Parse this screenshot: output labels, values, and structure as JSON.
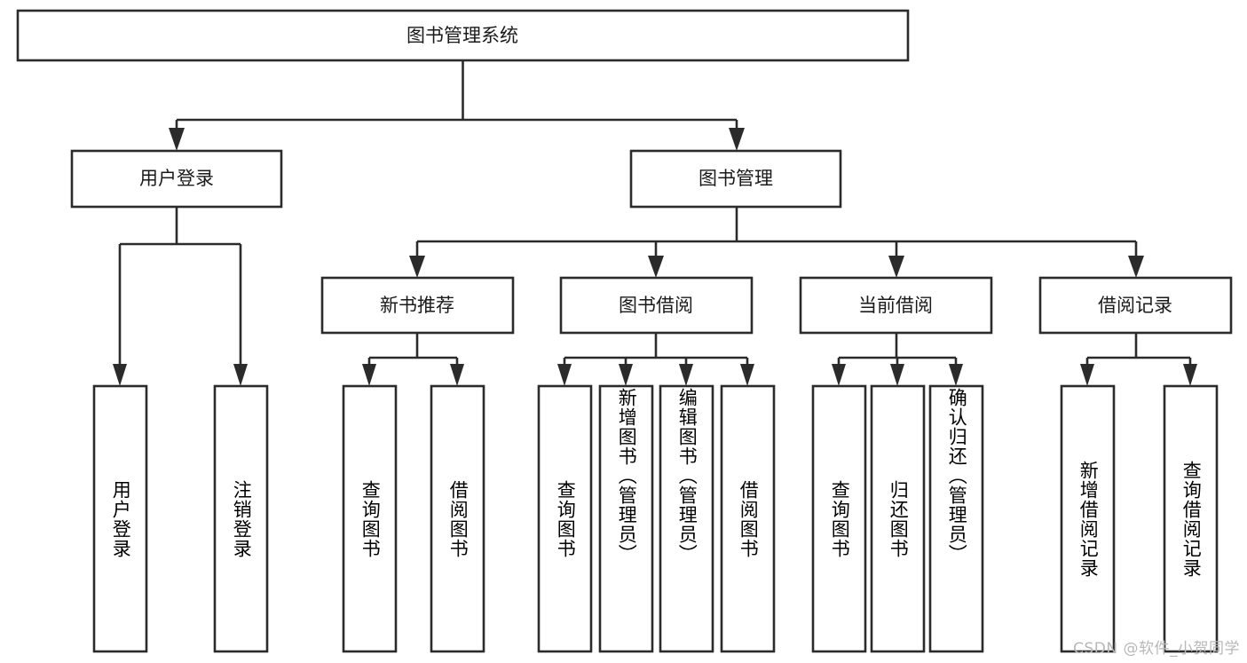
{
  "diagram": {
    "type": "tree-hierarchy",
    "title": "图书管理系统",
    "watermark": "CSDN @软件_小贺同学",
    "colors": {
      "box_stroke": "#2b2b2b",
      "box_fill": "#ffffff",
      "text": "#1a1a1a",
      "background": "#ffffff",
      "watermark": "#b8b8b8"
    },
    "root": {
      "id": "root",
      "label": "图书管理系统",
      "orientation": "horizontal"
    },
    "level2": [
      {
        "id": "user-login",
        "label": "用户登录",
        "orientation": "horizontal"
      },
      {
        "id": "book-manage",
        "label": "图书管理",
        "orientation": "horizontal"
      }
    ],
    "level3": [
      {
        "id": "new-book-recommend",
        "label": "新书推荐",
        "parent": "book-manage",
        "orientation": "horizontal"
      },
      {
        "id": "book-borrow",
        "label": "图书借阅",
        "parent": "book-manage",
        "orientation": "horizontal"
      },
      {
        "id": "current-borrow",
        "label": "当前借阅",
        "parent": "book-manage",
        "orientation": "horizontal"
      },
      {
        "id": "borrow-record",
        "label": "借阅记录",
        "parent": "book-manage",
        "orientation": "horizontal"
      }
    ],
    "leaves": [
      {
        "id": "leaf-user-login",
        "label": "用户登录",
        "parent": "user-login",
        "orientation": "vertical"
      },
      {
        "id": "leaf-logout",
        "label": "注销登录",
        "parent": "user-login",
        "orientation": "vertical"
      },
      {
        "id": "leaf-query-book-1",
        "label": "查询图书",
        "parent": "new-book-recommend",
        "orientation": "vertical"
      },
      {
        "id": "leaf-borrow-book-1",
        "label": "借阅图书",
        "parent": "new-book-recommend",
        "orientation": "vertical"
      },
      {
        "id": "leaf-query-book-2",
        "label": "查询图书",
        "parent": "book-borrow",
        "orientation": "vertical"
      },
      {
        "id": "leaf-add-book",
        "label": "新增图书（管理员）",
        "parent": "book-borrow",
        "orientation": "vertical"
      },
      {
        "id": "leaf-edit-book",
        "label": "编辑图书（管理员）",
        "parent": "book-borrow",
        "orientation": "vertical"
      },
      {
        "id": "leaf-borrow-book-2",
        "label": "借阅图书",
        "parent": "book-borrow",
        "orientation": "vertical"
      },
      {
        "id": "leaf-query-book-3",
        "label": "查询图书",
        "parent": "current-borrow",
        "orientation": "vertical"
      },
      {
        "id": "leaf-return-book",
        "label": "归还图书",
        "parent": "current-borrow",
        "orientation": "vertical"
      },
      {
        "id": "leaf-confirm-return",
        "label": "确认归还（管理员）",
        "parent": "current-borrow",
        "orientation": "vertical"
      },
      {
        "id": "leaf-add-record",
        "label": "新增借阅记录",
        "parent": "borrow-record",
        "orientation": "vertical"
      },
      {
        "id": "leaf-query-record",
        "label": "查询借阅记录",
        "parent": "borrow-record",
        "orientation": "vertical"
      }
    ]
  }
}
